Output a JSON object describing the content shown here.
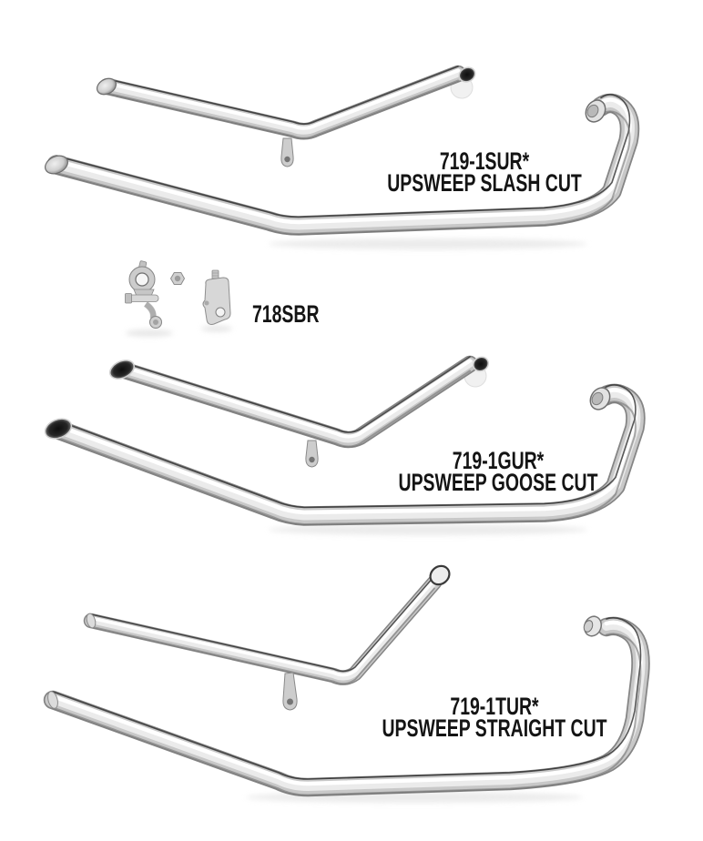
{
  "products": [
    {
      "part_number": "719-1SUR*",
      "description": "UPSWEEP SLASH CUT"
    },
    {
      "part_number": "718SBR"
    },
    {
      "part_number": "719-1GUR*",
      "description": "UPSWEEP GOOSE CUT"
    },
    {
      "part_number": "719-1TUR*",
      "description": "UPSWEEP STRAIGHT CUT"
    }
  ],
  "colors": {
    "background": "#ffffff",
    "label_text": "#141414",
    "chrome_highlight": "#ffffff",
    "chrome_mid": "#c8c8c8",
    "chrome_edge": "#2d2d2d"
  }
}
